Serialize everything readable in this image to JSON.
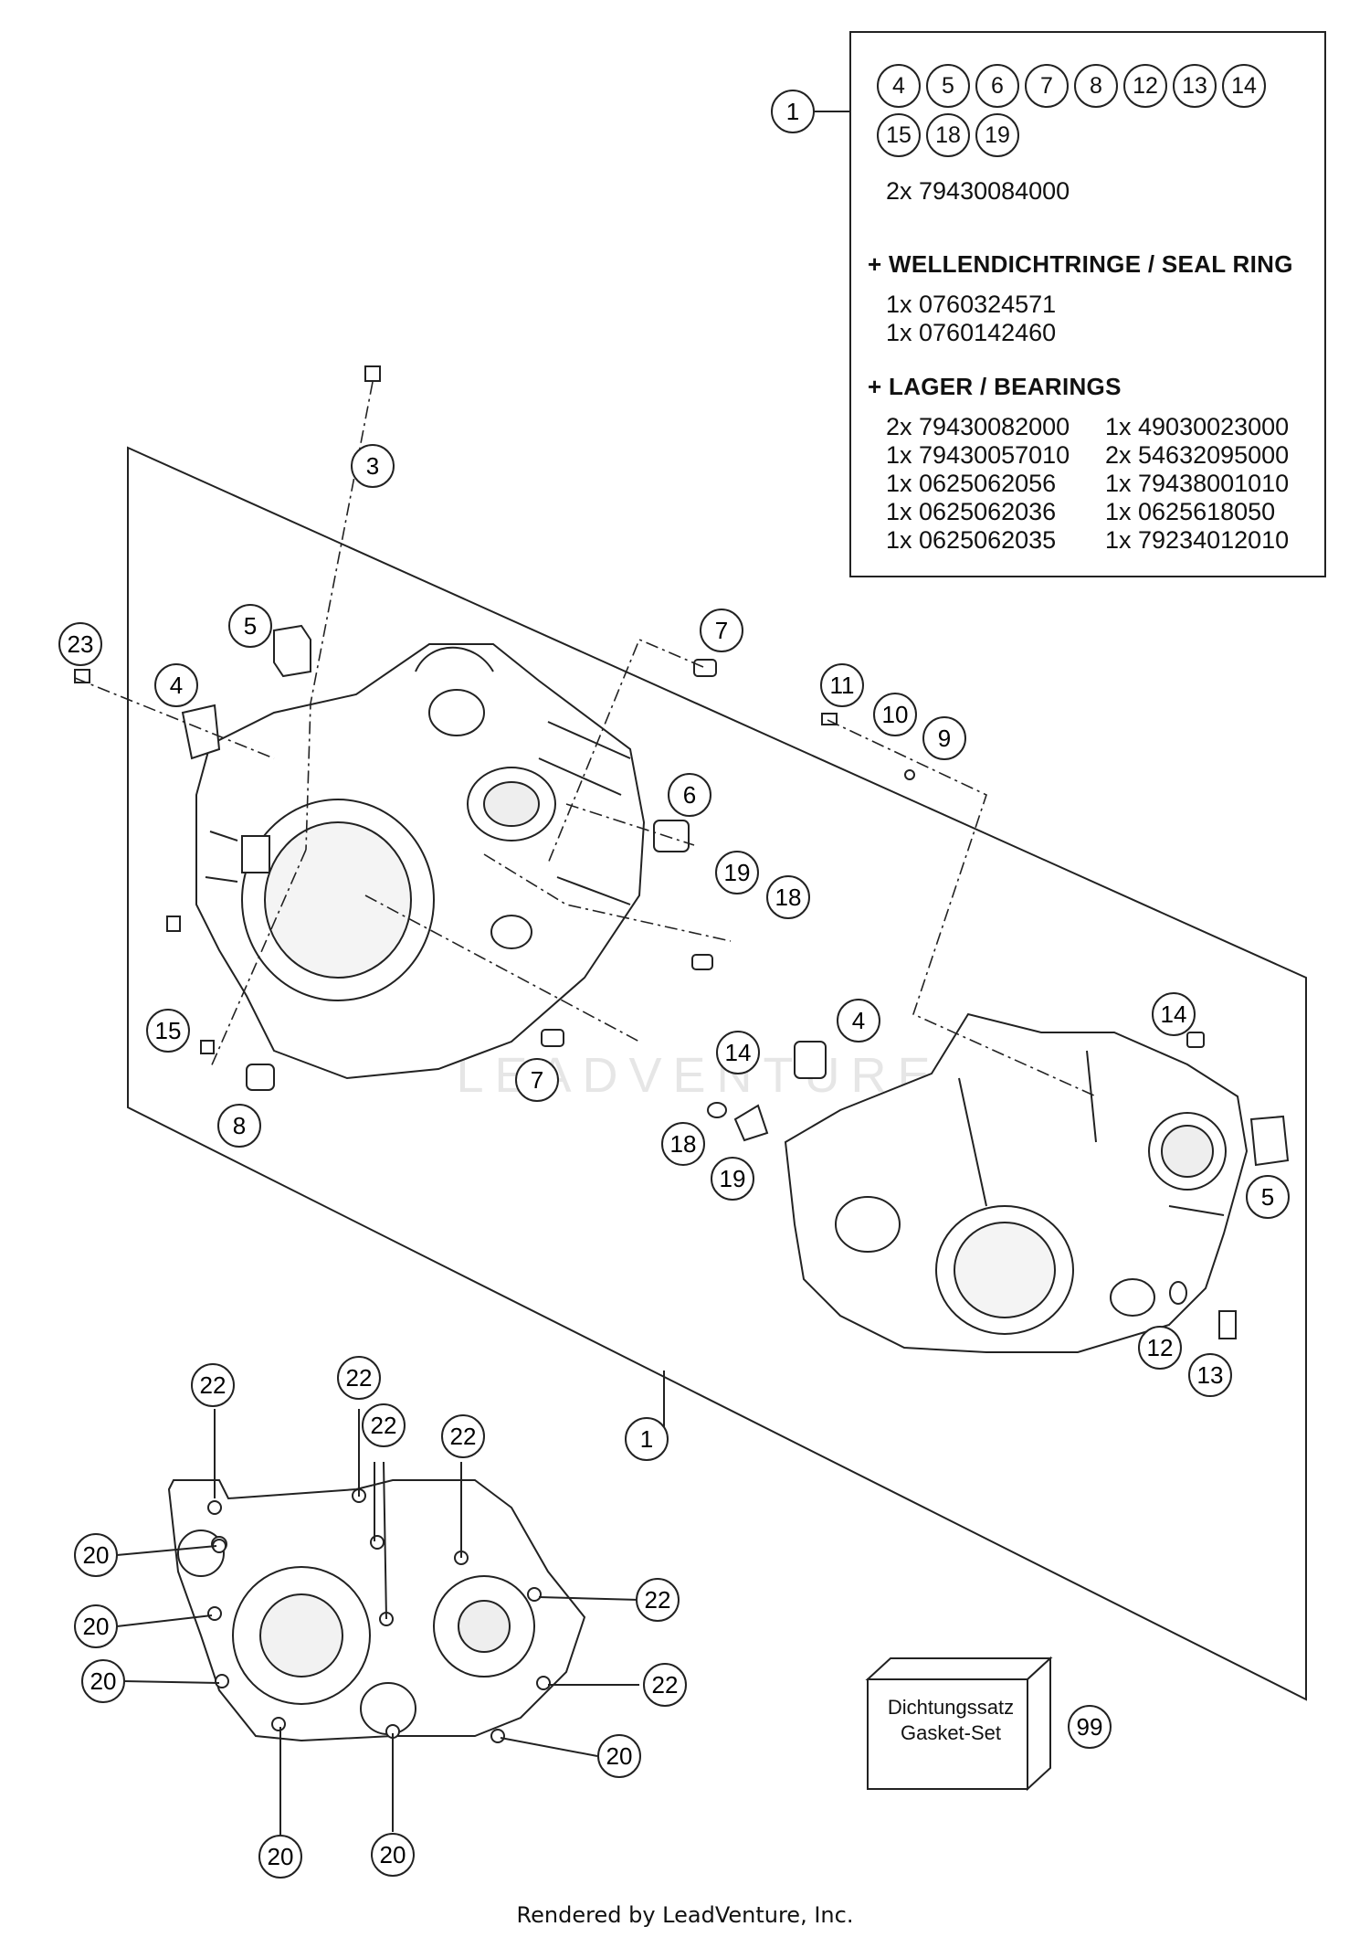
{
  "kit_box": {
    "ref": "1",
    "contents": [
      "4",
      "5",
      "6",
      "7",
      "8",
      "12",
      "13",
      "14",
      "15",
      "18",
      "19"
    ],
    "crankcase_line": "2x 79430084000",
    "seal_header": "+ WELLENDICHTRINGE /  SEAL RING",
    "seal_items": [
      "1x 0760324571",
      "1x 0760142460"
    ],
    "bearing_header": "+ LAGER / BEARINGS",
    "bearings_left": [
      "2x 79430082000",
      "1x 79430057010",
      "1x 0625062056",
      "1x 0625062036",
      "1x 0625062035"
    ],
    "bearings_right": [
      "1x 49030023000",
      "2x 54632095000",
      "1x 79438001010",
      "1x 0625618050",
      "1x 79234012010"
    ]
  },
  "callouts": {
    "c1": "1",
    "c3": "3",
    "c5a": "5",
    "c23": "23",
    "c4a": "4",
    "c7a": "7",
    "c11": "11",
    "c10": "10",
    "c9": "9",
    "c6": "6",
    "c19a": "19",
    "c18a": "18",
    "c15": "15",
    "c14a": "14",
    "c7b": "7",
    "c8": "8",
    "c4b": "4",
    "c14b": "14",
    "c18b": "18",
    "c19b": "19",
    "c5b": "5",
    "c12": "12",
    "c13": "13",
    "c1b": "1",
    "c22a": "22",
    "c22b": "22",
    "c22c": "22",
    "c22d": "22",
    "c22e": "22",
    "c22f": "22",
    "c20a": "20",
    "c20b": "20",
    "c20c": "20",
    "c20d": "20",
    "c20e": "20",
    "c20f": "20",
    "c99": "99"
  },
  "gasket_set": {
    "line1": "Dichtungssatz",
    "line2": "Gasket-Set"
  },
  "watermark": "LEADVENTURE",
  "footer": "Rendered by LeadVenture, Inc."
}
